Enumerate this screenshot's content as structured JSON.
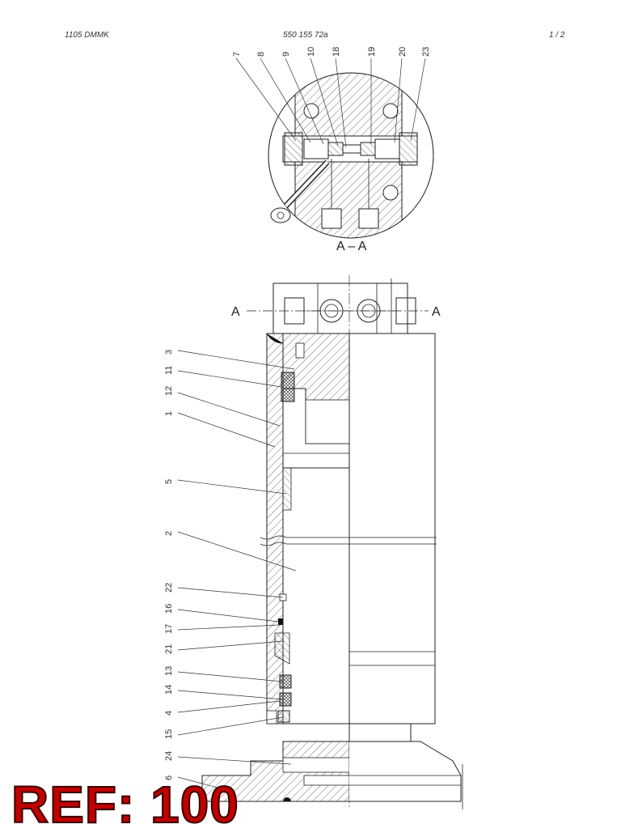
{
  "header": {
    "left": "1105 DMMK",
    "center": "550 155 72a",
    "right": "1 /  2"
  },
  "detail": {
    "section_title": "A – A",
    "callouts": [
      "7",
      "8",
      "9",
      "10",
      "18",
      "19",
      "20",
      "23"
    ]
  },
  "main": {
    "section_mark": "A",
    "callouts": [
      "3",
      "11",
      "12",
      "1",
      "5",
      "2",
      "22",
      "16",
      "17",
      "21",
      "13",
      "14",
      "4",
      "15",
      "24",
      "6"
    ]
  },
  "ref_label": "REF: 100",
  "colors": {
    "ref_fill": "#c00000",
    "line": "#222222"
  }
}
